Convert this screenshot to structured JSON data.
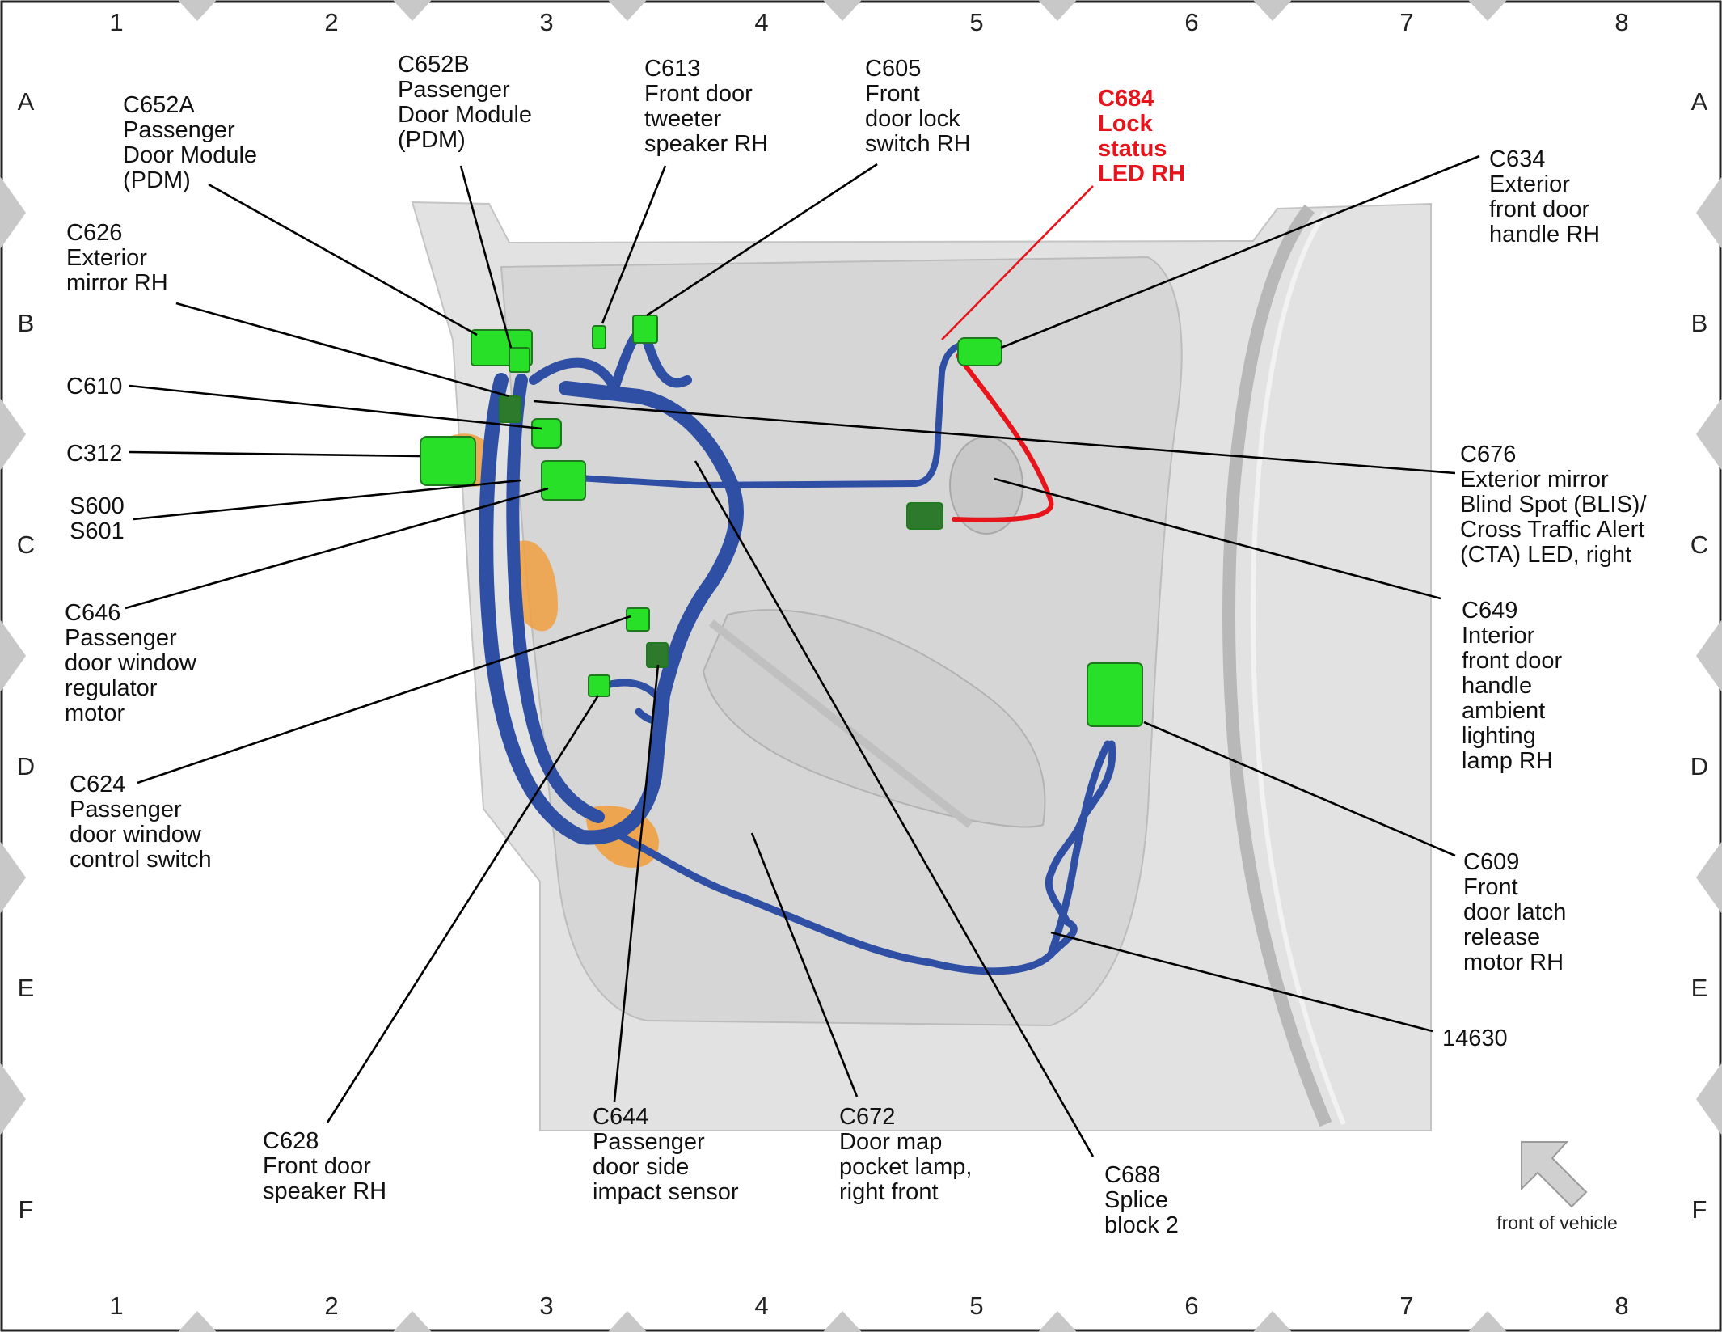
{
  "colors": {
    "harness": "#2e4fa3",
    "harness_dark": "#1d2f6e",
    "connector": "#28e028",
    "connector_dark": "#2d7a2d",
    "foam": "#f0a040",
    "door_panel": "#dcdcdc",
    "highlight_red": "#e8141b"
  },
  "grid": {
    "columns": [
      "1",
      "2",
      "3",
      "4",
      "5",
      "6",
      "7",
      "8"
    ],
    "rows": [
      "A",
      "B",
      "C",
      "D",
      "E",
      "F"
    ]
  },
  "callouts": [
    {
      "id": "c652a",
      "lines": [
        "C652A",
        "Passenger",
        "Door Module",
        "(PDM)"
      ]
    },
    {
      "id": "c652b",
      "lines": [
        "C652B",
        "Passenger",
        "Door Module",
        "(PDM)"
      ]
    },
    {
      "id": "c613",
      "lines": [
        "C613",
        "Front door",
        "tweeter",
        "speaker RH"
      ]
    },
    {
      "id": "c605",
      "lines": [
        "C605",
        "Front",
        "door lock",
        "switch RH"
      ]
    },
    {
      "id": "c684",
      "lines": [
        "C684",
        "Lock",
        "status",
        "LED RH"
      ],
      "highlight": true
    },
    {
      "id": "c634",
      "lines": [
        "C634",
        "Exterior",
        "front door",
        "handle RH"
      ]
    },
    {
      "id": "c626",
      "lines": [
        "C626",
        "Exterior",
        "mirror RH"
      ]
    },
    {
      "id": "c610",
      "lines": [
        "C610"
      ]
    },
    {
      "id": "c312",
      "lines": [
        "C312"
      ]
    },
    {
      "id": "s600",
      "lines": [
        "S600",
        "S601"
      ]
    },
    {
      "id": "c646",
      "lines": [
        "C646",
        "Passenger",
        "door window",
        "regulator",
        "motor"
      ]
    },
    {
      "id": "c624",
      "lines": [
        "C624",
        "Passenger",
        "door window",
        "control switch"
      ]
    },
    {
      "id": "c676",
      "lines": [
        "C676",
        "Exterior mirror",
        "Blind Spot (BLIS)/",
        "Cross Traffic Alert",
        "(CTA) LED, right"
      ]
    },
    {
      "id": "c649",
      "lines": [
        "C649",
        "Interior",
        "front door",
        "handle",
        "ambient",
        "lighting",
        "lamp RH"
      ]
    },
    {
      "id": "c609",
      "lines": [
        "C609",
        "Front",
        "door latch",
        "release",
        "motor RH"
      ]
    },
    {
      "id": "n14630",
      "lines": [
        "14630"
      ]
    },
    {
      "id": "c628",
      "lines": [
        "C628",
        "Front door",
        "speaker RH"
      ]
    },
    {
      "id": "c644",
      "lines": [
        "C644",
        "Passenger",
        "door side",
        "impact sensor"
      ]
    },
    {
      "id": "c672",
      "lines": [
        "C672",
        "Door map",
        "pocket lamp,",
        "right front"
      ]
    },
    {
      "id": "c688",
      "lines": [
        "C688",
        "Splice",
        "block 2"
      ]
    }
  ],
  "orientation": {
    "label": "front of vehicle",
    "icon": "arrow-up-left-icon"
  }
}
